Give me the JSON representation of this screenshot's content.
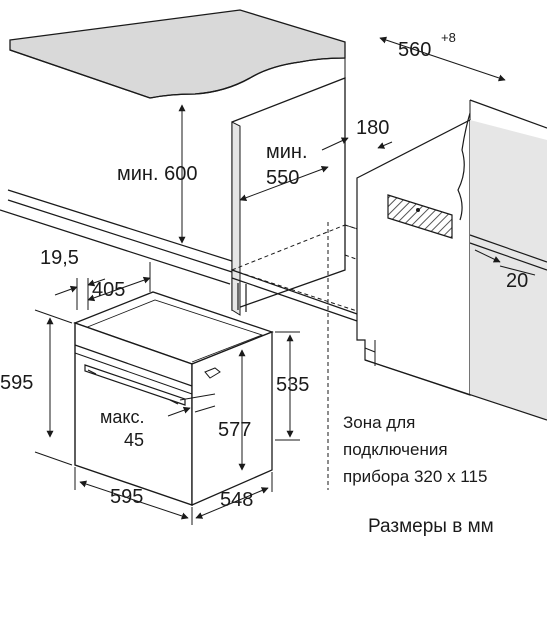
{
  "dimensions": {
    "niche_depth": "560",
    "niche_depth_tolerance": "+8",
    "vent_cutout": "180",
    "min_label_600": "мин. 600",
    "min_word": "мин.",
    "min_550": "550",
    "plinth_gap": "20",
    "front_offset": "19,5",
    "front_depth": "405",
    "oven_height": "595",
    "max_word": "макс.",
    "max_45": "45",
    "inner_height": "577",
    "body_height": "535",
    "oven_width": "595",
    "oven_depth": "548"
  },
  "connection_zone": {
    "line1": "Зона для",
    "line2": "подключения",
    "line3": "прибора 320 x 115"
  },
  "caption": "Размеры в мм",
  "colors": {
    "stroke": "#1a1a1a",
    "countertop": "#d9d9d9",
    "cabinet_side": "#e6e6e6",
    "hatch": "#555555"
  }
}
